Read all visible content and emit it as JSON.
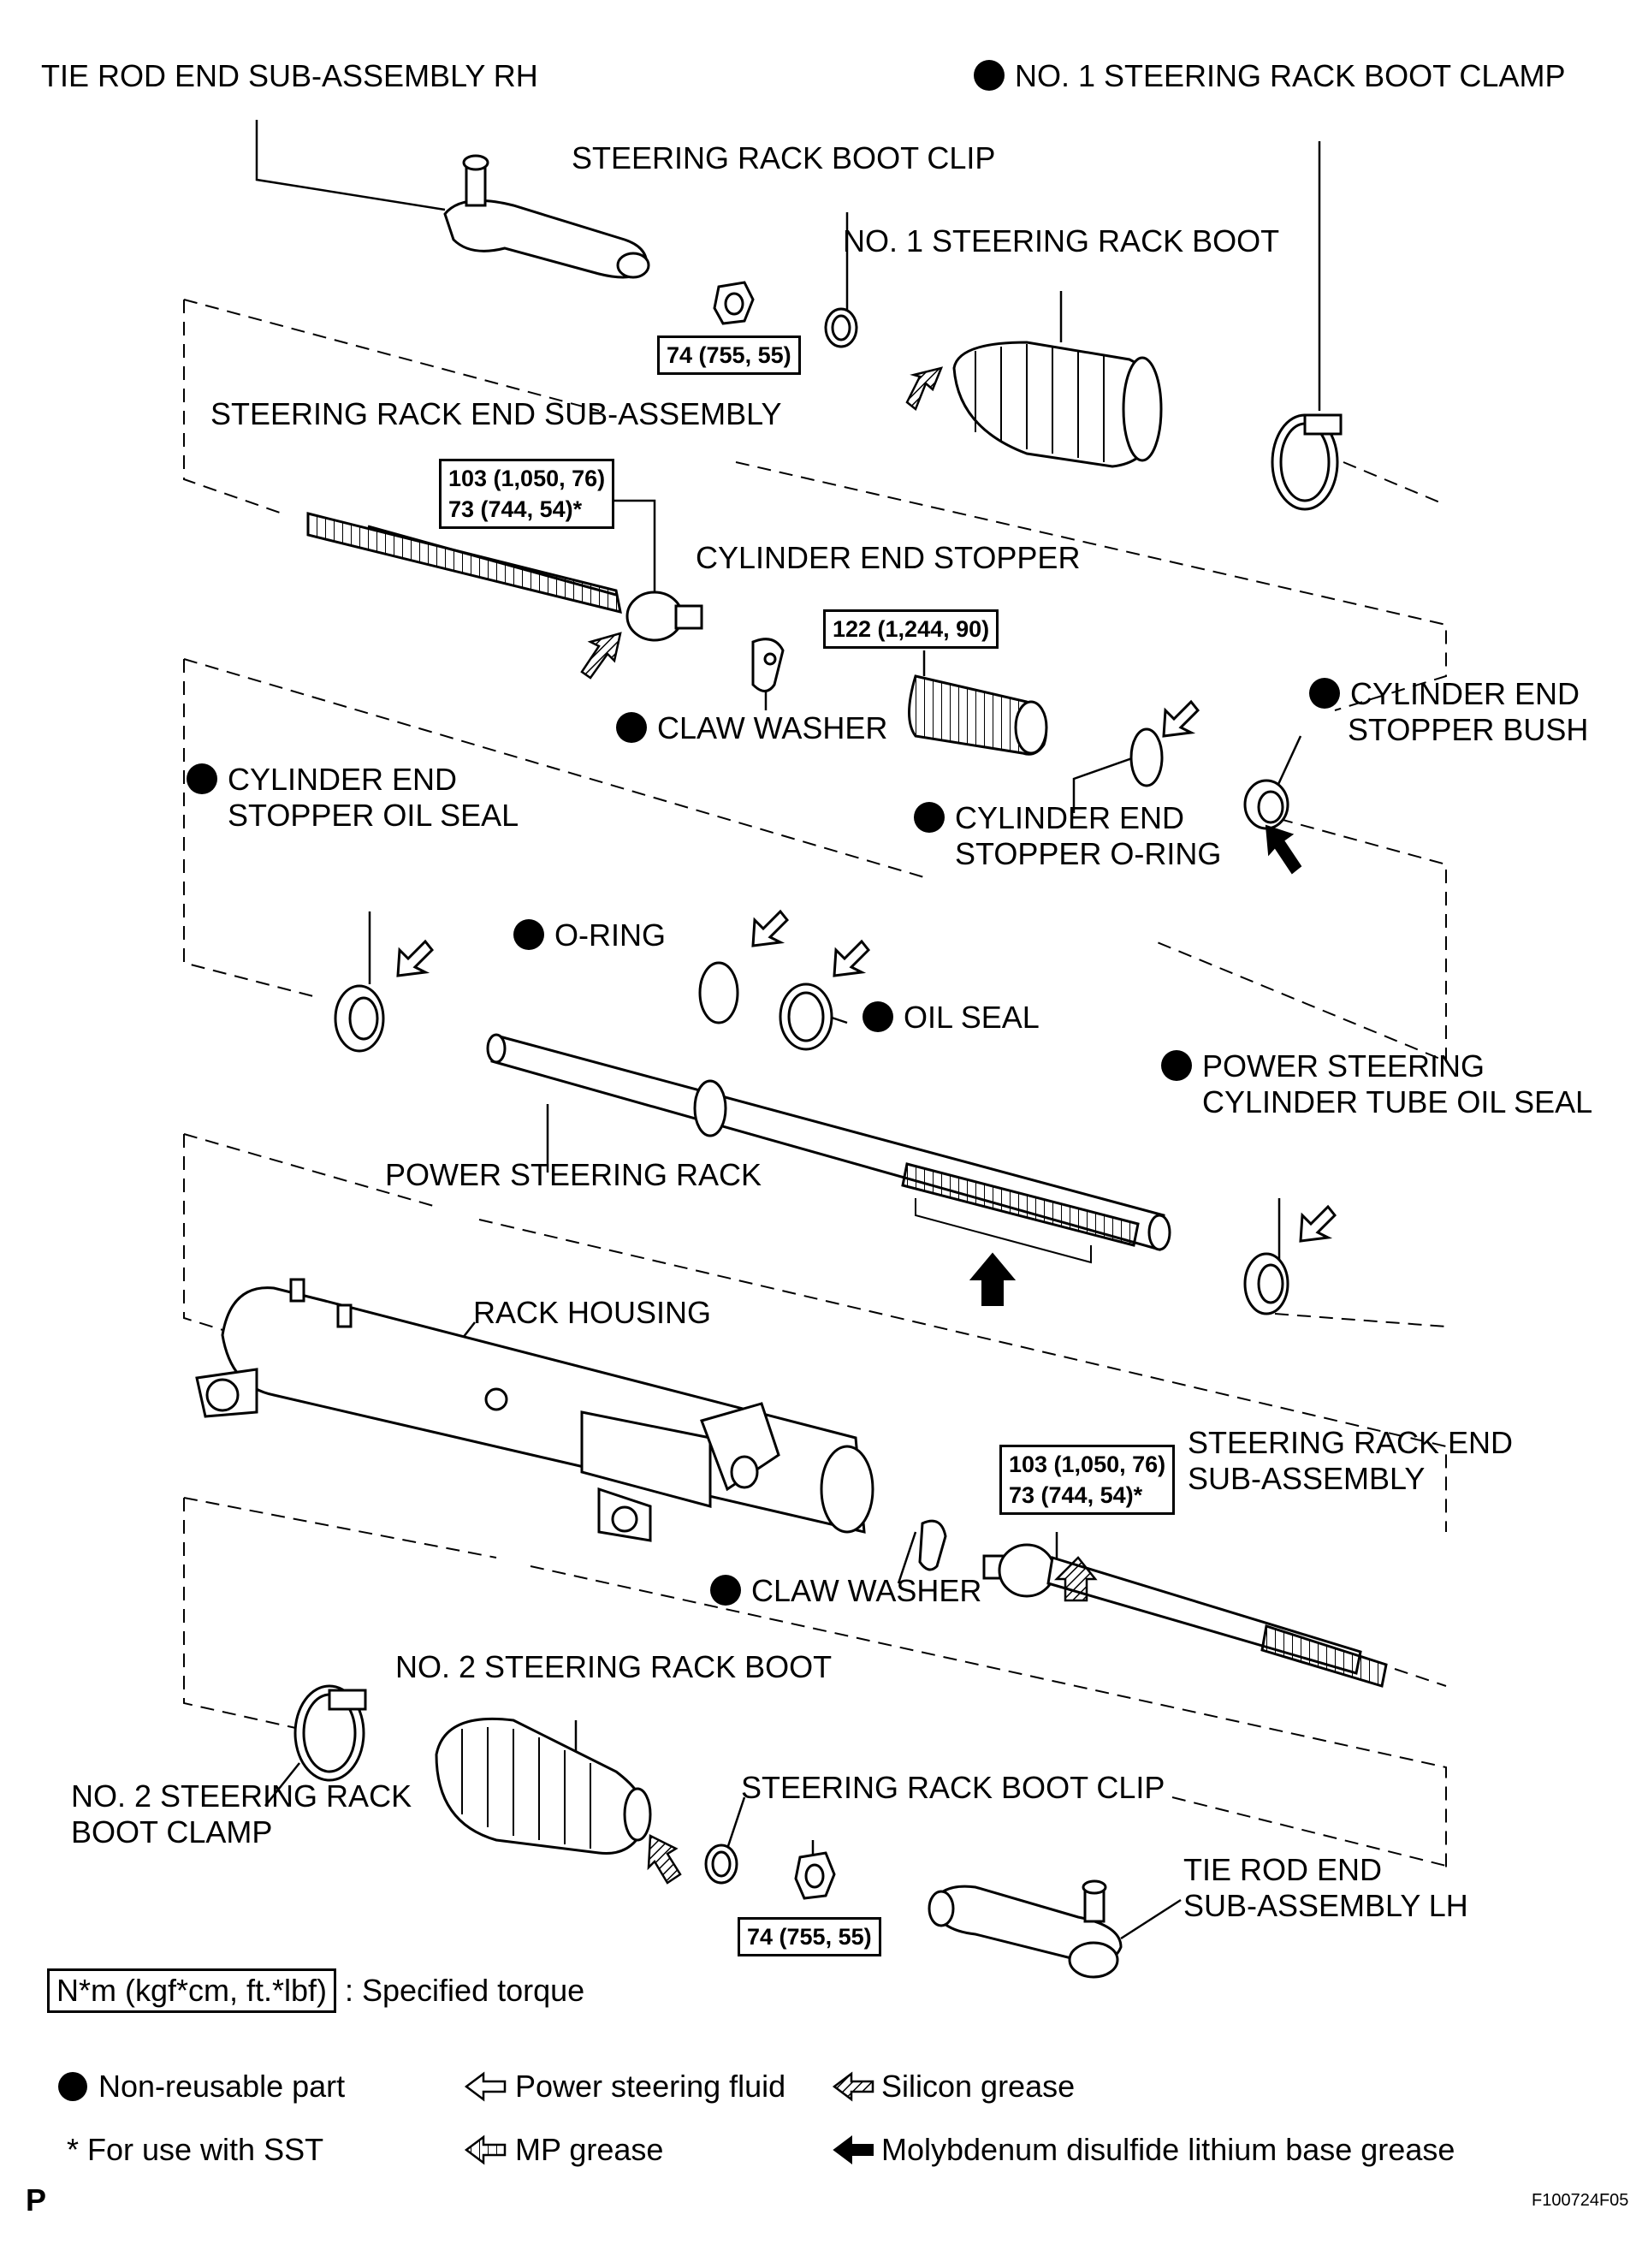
{
  "labels": {
    "tie_rod_rh": "TIE ROD END SUB-ASSEMBLY RH",
    "boot_clamp_1": "NO. 1 STEERING RACK BOOT CLAMP",
    "boot_clip_top": "STEERING RACK BOOT CLIP",
    "boot_1": "NO. 1 STEERING RACK BOOT",
    "rack_end_top": "STEERING RACK END SUB-ASSEMBLY",
    "cyl_end_stopper": "CYLINDER END STOPPER",
    "claw_washer_top": "CLAW WASHER",
    "cyl_end_stopper_bush_1": "CYLINDER END",
    "cyl_end_stopper_bush_2": "STOPPER BUSH",
    "cyl_stopper_oil_seal_1": "CYLINDER END",
    "cyl_stopper_oil_seal_2": "STOPPER OIL SEAL",
    "cyl_stopper_oring_1": "CYLINDER END",
    "cyl_stopper_oring_2": "STOPPER O-RING",
    "oring": "O-RING",
    "oil_seal": "OIL SEAL",
    "ps_cyl_tube_seal_1": "POWER STEERING",
    "ps_cyl_tube_seal_2": "CYLINDER TUBE OIL SEAL",
    "ps_rack": "POWER STEERING RACK",
    "rack_housing": "RACK HOUSING",
    "rack_end_bottom_1": "STEERING RACK END",
    "rack_end_bottom_2": "SUB-ASSEMBLY",
    "claw_washer_bottom": "CLAW WASHER",
    "boot_2": "NO. 2 STEERING RACK BOOT",
    "boot_clamp_2_1": "NO. 2 STEERING RACK",
    "boot_clamp_2_2": "BOOT CLAMP",
    "boot_clip_bottom": "STEERING RACK BOOT CLIP",
    "tie_rod_lh_1": "TIE ROD END",
    "tie_rod_lh_2": "SUB-ASSEMBLY LH"
  },
  "torques": {
    "nut_top": "74 (755, 55)",
    "rack_end_top_1": "103 (1,050, 76)",
    "rack_end_top_2": "73 (744, 54)*",
    "stopper": "122 (1,244, 90)",
    "rack_end_bottom_1": "103 (1,050, 76)",
    "rack_end_bottom_2": "73 (744, 54)*",
    "nut_bottom": "74 (755, 55)"
  },
  "legend": {
    "torque_box": "N*m (kgf*cm, ft.*lbf)",
    "torque_text": ": Specified torque",
    "non_reusable": "Non-reusable part",
    "sst": "* For use with SST",
    "ps_fluid": "Power steering fluid",
    "mp_grease": "MP grease",
    "silicon_grease": "Silicon grease",
    "molybdenum": "Molybdenum disulfide lithium base grease"
  },
  "footer": {
    "page_letter": "P",
    "figure_code": "F100724F05"
  },
  "icons": [
    "non-reusable-dot-icon",
    "hollow-arrow-icon",
    "hatched-arrow-icon",
    "striped-arrow-icon",
    "solid-arrow-icon"
  ]
}
